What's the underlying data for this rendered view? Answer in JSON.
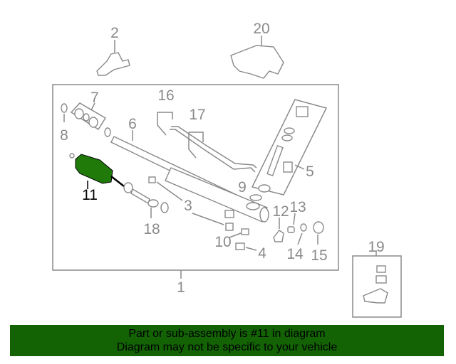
{
  "diagram": {
    "highlight_color": "#1f7a0a",
    "labels": {
      "p1": "1",
      "p2": "2",
      "p3": "3",
      "p4": "4",
      "p5": "5",
      "p6": "6",
      "p7": "7",
      "p8": "8",
      "p9": "9",
      "p10": "10",
      "p11": "11",
      "p12": "12",
      "p13": "13",
      "p14": "14",
      "p15": "15",
      "p16": "16",
      "p17": "17",
      "p18": "18",
      "p19": "19",
      "p20": "20"
    }
  },
  "banner": {
    "color": "#136305",
    "line1": "Part or sub-assembly is #11 in diagram",
    "line2": "Diagram may not be specific to your vehicle"
  }
}
